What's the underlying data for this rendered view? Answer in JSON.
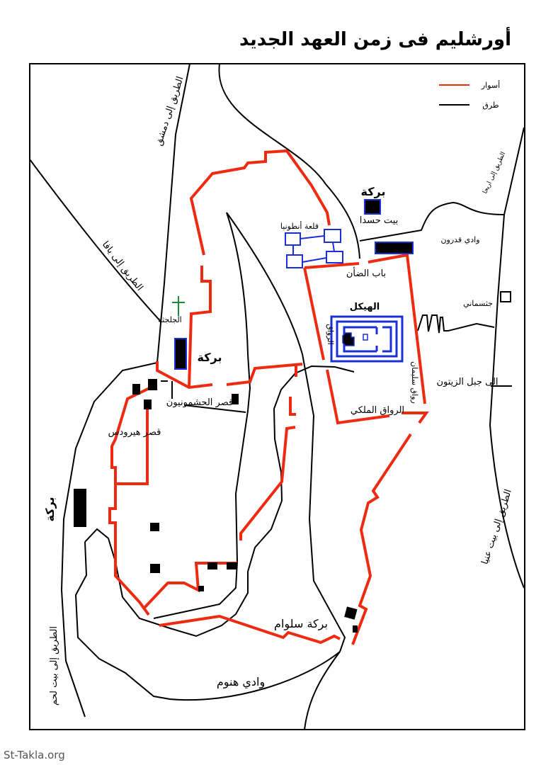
{
  "title": "أورشليم فى زمن العهد الجديد",
  "legend": {
    "walls": "أسوار",
    "roads": "طرق",
    "wall_color": "#ee2a10",
    "road_color": "#000000"
  },
  "roads": {
    "damascus": "الطريق إلى دمشق",
    "jaffa": "الطريق إلى يافا",
    "jericho": "الطريق إلى اريحا",
    "bethany": "الطريق إلى بيت عنيا",
    "bethlehem": "الطريق إلى بيت لحم",
    "olives": "إلى جبل الزيتون"
  },
  "places": {
    "pool_bethesda": "بركة",
    "bethesda": "بيت حسدا",
    "antonia": "قلعة أنطونيا",
    "kidron": "وادي قدرون",
    "sheep_gate": "باب الضأن",
    "gethsemane": "جثسماني",
    "temple": "الهيكل",
    "portico": "الرواق",
    "solomon_portico": "رواق سليمان",
    "royal_portico": "الرواق الملكي",
    "golgotha": "الجلجثة",
    "pool_golgotha": "بركة",
    "hasmonean_palace": "قصر الحشمونيون",
    "herod_palace": "قصر هيرودس",
    "pool_west": "بركة",
    "siloam": "بركة سلوام",
    "hinnom": "وادي هنوم"
  },
  "watermark": "St-Takla.org"
}
